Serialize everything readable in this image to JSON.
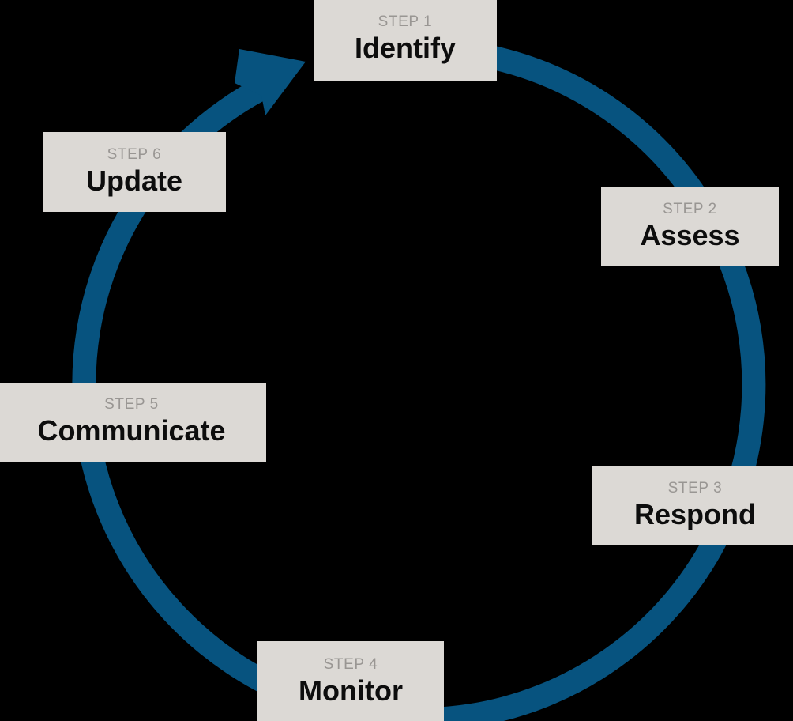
{
  "diagram": {
    "type": "cycle",
    "direction": "clockwise",
    "colors": {
      "background": "#000000",
      "ring": "#07537f",
      "arrow": "#07537f",
      "box_fill": "#dcd9d5",
      "eyebrow_text": "#999693",
      "title_text": "#0d0d0d"
    },
    "steps": [
      {
        "eyebrow": "STEP 1",
        "title": "Identify",
        "position": "top"
      },
      {
        "eyebrow": "STEP 2",
        "title": "Assess",
        "position": "upper-right"
      },
      {
        "eyebrow": "STEP 3",
        "title": "Respond",
        "position": "lower-right"
      },
      {
        "eyebrow": "STEP 4",
        "title": "Monitor",
        "position": "bottom"
      },
      {
        "eyebrow": "STEP 5",
        "title": "Communicate",
        "position": "lower-left"
      },
      {
        "eyebrow": "STEP 6",
        "title": "Update",
        "position": "upper-left"
      }
    ]
  }
}
